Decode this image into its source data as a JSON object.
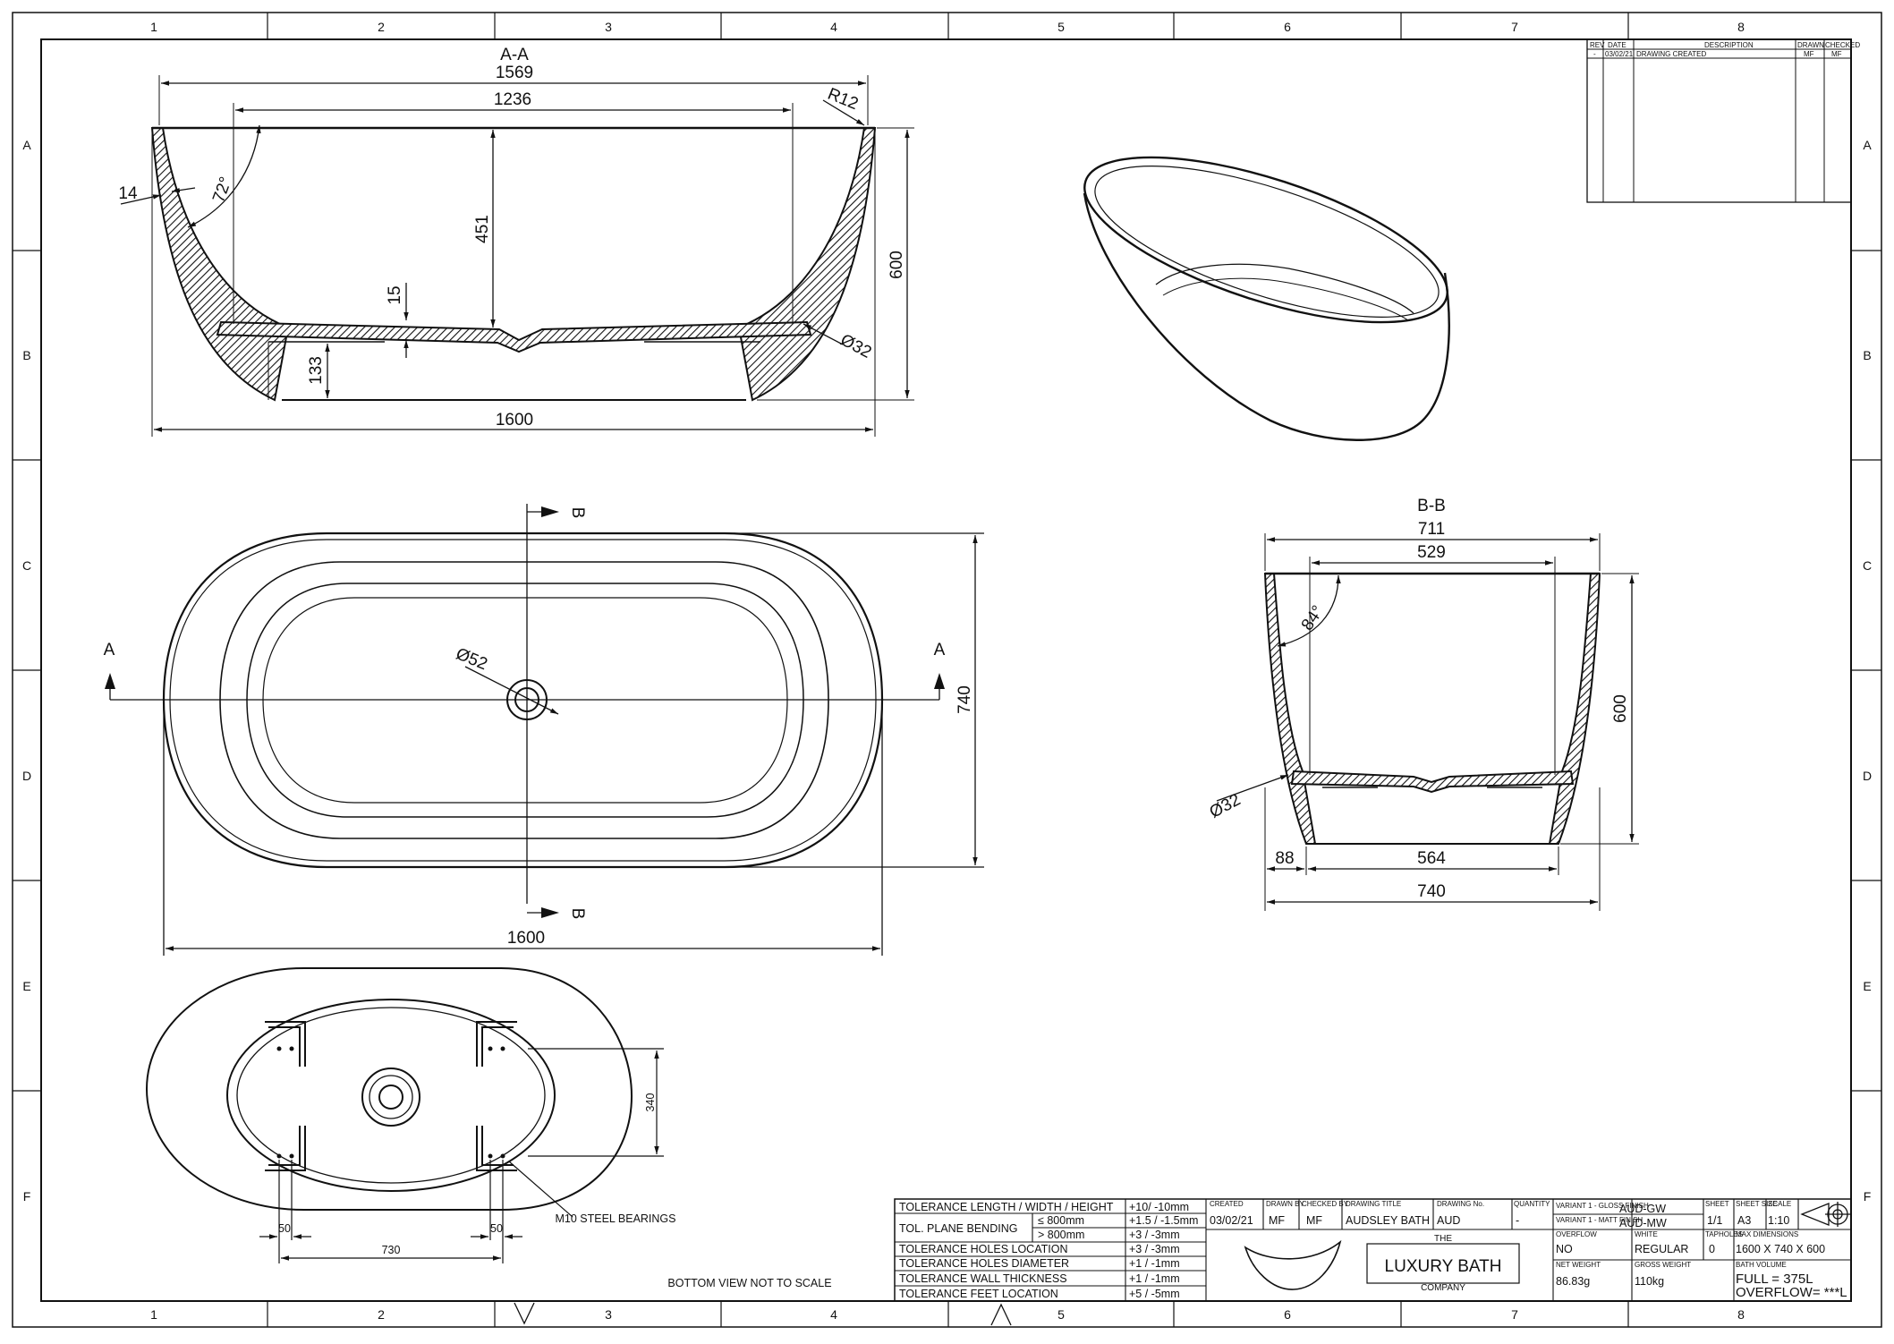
{
  "grid": {
    "columns": [
      "1",
      "2",
      "3",
      "4",
      "5",
      "6",
      "7",
      "8"
    ],
    "rows": [
      "A",
      "B",
      "C",
      "D",
      "E",
      "F"
    ]
  },
  "section_aa": {
    "label": "A-A",
    "dims": {
      "d1569": "1569",
      "d1236": "1236",
      "r12": "R12",
      "d14": "14",
      "a72": "72°",
      "d451": "451",
      "d15": "15",
      "d600": "600",
      "d133": "133",
      "dia32": "Ø32",
      "d1600": "1600"
    }
  },
  "plan_view": {
    "dims": {
      "dia52": "Ø52",
      "d740": "740",
      "d1600": "1600",
      "label_a": "A",
      "label_b": "B"
    }
  },
  "section_bb": {
    "label": "B-B",
    "dims": {
      "d711": "711",
      "d529": "529",
      "a84": "84°",
      "d600": "600",
      "dia32": "Ø32",
      "d88": "88",
      "d564": "564",
      "d740": "740"
    }
  },
  "bottom_view": {
    "dims": {
      "d340": "340",
      "d50a": "50",
      "d50b": "50",
      "d730": "730"
    },
    "bearing_note": "M10 STEEL BEARINGS",
    "scale_note": "BOTTOM VIEW NOT TO SCALE"
  },
  "revision_table": {
    "headers": {
      "rev": "REV",
      "date": "DATE",
      "description": "DESCRIPTION",
      "drawn": "DRAWN",
      "checked": "CHECKED"
    },
    "rows": [
      {
        "rev": "-",
        "date": "03/02/21",
        "description": "DRAWING CREATED",
        "drawn": "MF",
        "checked": "MF"
      }
    ]
  },
  "tolerances": [
    {
      "label": "TOLERANCE LENGTH / WIDTH / HEIGHT",
      "value": "+10/ -10mm"
    },
    {
      "label": "TOL. PLANE BENDING",
      "cond1": "≤  800mm",
      "value1": "+1.5 / -1.5mm",
      "cond2": ">  800mm",
      "value2": "+3 / -3mm"
    },
    {
      "label": "TOLERANCE HOLES LOCATION",
      "value": "+3 / -3mm"
    },
    {
      "label": "TOLERANCE HOLES DIAMETER",
      "value": "+1 / -1mm"
    },
    {
      "label": "TOLERANCE WALL THICKNESS",
      "value": "+1 / -1mm"
    },
    {
      "label": "TOLERANCE FEET LOCATION",
      "value": "+5 / -5mm"
    }
  ],
  "title_block": {
    "created_label": "CREATED",
    "created": "03/02/21",
    "drawn_label": "DRAWN BY",
    "drawn_by": "MF",
    "checked_label": "CHECKED BY",
    "checked_by": "MF",
    "title_label": "DRAWING TITLE",
    "drawing_title": "AUDSLEY BATH",
    "code_label": "DRAWING No.",
    "code": "AUD",
    "quantity_label": "QUANTITY",
    "quantity": "-",
    "variant1_label": "VARIANT 1 - GLOSS FINISH",
    "variant1": "AUD-GW",
    "variant2_label": "VARIANT 1 - MATT FINISH",
    "variant2": "AUD-MW",
    "sheet_label": "SHEET",
    "sheet": "1/1",
    "size_label": "SHEET SIZE",
    "size": "A3",
    "scale_label": "SCALE",
    "scale": "1:10",
    "overflow_label": "OVERFLOW",
    "overflow": "NO",
    "white_label": "WHITE",
    "white": "REGULAR",
    "tapholes_label": "TAPHOLES",
    "tapholes": "0",
    "max_dims_label": "MAX DIMENSIONS",
    "max_dims": "1600 X 740 X 600",
    "net_weight_label": "NET WEIGHT",
    "net_weight": "86.83g",
    "gross_weight_label": "GROSS WEIGHT",
    "gross_weight": "110kg",
    "volume_label": "BATH VOLUME",
    "full": "FULL = 375L",
    "overflow_vol": "OVERFLOW= ***L",
    "logo_the": "THE",
    "logo_main": "LUXURY BATH",
    "logo_company": "COMPANY"
  }
}
